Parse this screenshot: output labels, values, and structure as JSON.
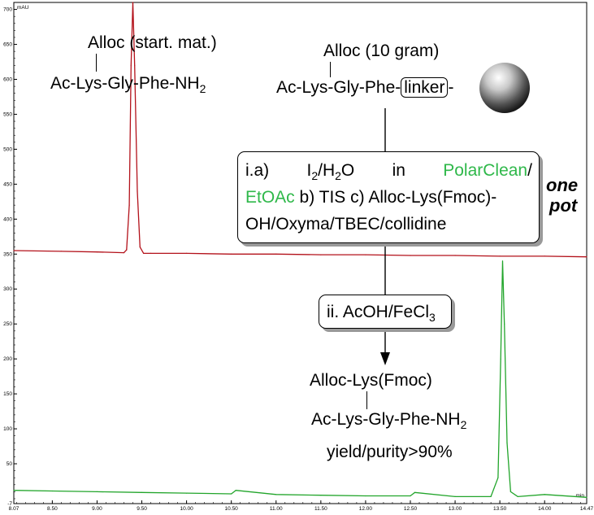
{
  "chart_data": {
    "type": "line",
    "y_unit": "mAU",
    "x_unit": "min",
    "x_ticks": [
      "8.07",
      "8.50",
      "9.00",
      "9.50",
      "10.00",
      "10.50",
      "11.00",
      "11.50",
      "12.00",
      "12.50",
      "13.00",
      "13.50",
      "14.00",
      "14.47"
    ],
    "y_ticks": [
      "-7",
      "50",
      "100",
      "150",
      "200",
      "250",
      "300",
      "350",
      "400",
      "450",
      "500",
      "550",
      "600",
      "650",
      "700"
    ],
    "xlim": [
      8.07,
      14.47
    ],
    "ylim": [
      -7,
      710
    ],
    "series": [
      {
        "color": "#b3111a",
        "x": [
          8.07,
          8.6,
          9.0,
          9.3,
          9.33,
          9.36,
          9.38,
          9.4,
          9.42,
          9.45,
          9.48,
          9.52,
          9.6,
          10.0,
          10.5,
          11.0,
          11.5,
          12.0,
          12.5,
          13.0,
          13.5,
          14.0,
          14.47
        ],
        "y": [
          355,
          354,
          353,
          352,
          356,
          420,
          620,
          710,
          620,
          440,
          360,
          351,
          351,
          351,
          350,
          350,
          349,
          349,
          348,
          348,
          347,
          347,
          346
        ]
      },
      {
        "color": "#22a52b",
        "x": [
          8.07,
          8.5,
          9.0,
          9.5,
          10.0,
          10.5,
          10.55,
          11.0,
          11.5,
          12.0,
          12.5,
          12.55,
          13.0,
          13.4,
          13.48,
          13.51,
          13.53,
          13.55,
          13.58,
          13.62,
          13.7,
          14.0,
          14.47
        ],
        "y": [
          12,
          11,
          10,
          9,
          8,
          7,
          12,
          6,
          5,
          4,
          4,
          9,
          3,
          3,
          30,
          200,
          340,
          250,
          80,
          10,
          3,
          6,
          2
        ]
      }
    ]
  },
  "scheme": {
    "start_label": "Alloc (start. mat.)",
    "start_peptide_prefix": "Ac-Lys-G",
    "start_peptide_suffix": "ly-Phe-NH",
    "start_peptide_sub": "2",
    "resin_top": "Alloc (10 gram)",
    "resin_peptide": "Ac-Lys-Gly-Phe-",
    "resin_linker": "linker",
    "resin_dash": "-",
    "step1": {
      "w1": "i.a)",
      "w2_a": "I",
      "w2_sub": "2",
      "w2_b": "/H",
      "w2_sub2": "2",
      "w2_c": "O",
      "w3": "in",
      "w4": "PolarClean",
      "w5": "/",
      "l2_green": "EtOAc",
      "l2_rest": " b) TIS c) Alloc-Lys(Fmoc)-",
      "l3": "OH/Oxyma/TBEC/collidine"
    },
    "one_pot": [
      "one",
      "pot"
    ],
    "step2_a": "ii. AcOH/FeCl",
    "step2_sub": "3",
    "product_top": "Alloc-Lys(Fmoc)",
    "product_peptide": "Ac-Lys-Gly-Phe-NH",
    "product_sub": "2",
    "yield": "yield/purity>90%"
  },
  "colors": {
    "green_text": "#2fb84a",
    "red_trace": "#b3111a",
    "green_trace": "#22a52b"
  }
}
